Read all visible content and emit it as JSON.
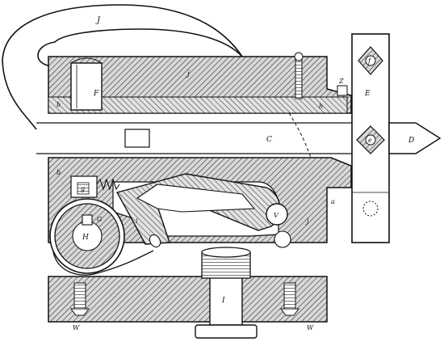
{
  "labels": {
    "J": "J",
    "j_top": "j",
    "F": "F",
    "b_top": "b",
    "Z": "Z",
    "h": "h",
    "E": "E",
    "f": "f",
    "C": "C",
    "e": "e",
    "D": "D",
    "b_mid": "b",
    "g": "g",
    "G": "G",
    "H": "H",
    "i_lever": "i",
    "V": "V",
    "j_right": "j",
    "a": "a",
    "I": "I",
    "W_left": "W",
    "W_right": "W"
  }
}
